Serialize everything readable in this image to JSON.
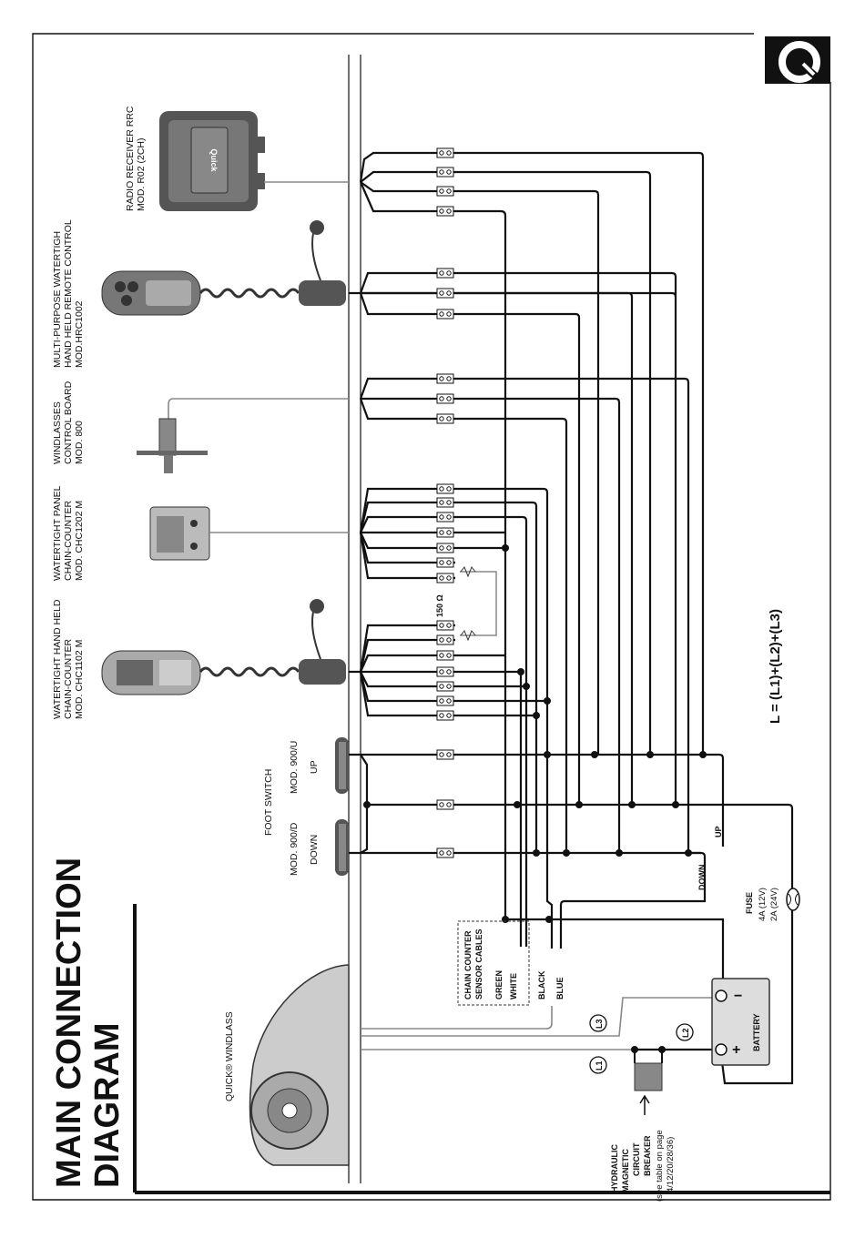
{
  "title": {
    "line1": "MAIN CONNECTION",
    "line2": "DIAGRAM"
  },
  "brand": {
    "logo_letter": "Q"
  },
  "devices": {
    "radio_receiver": {
      "line1": "RADIO RECEIVER RRC",
      "line2": "MOD. R02 (2CH)",
      "badge": "Quick"
    },
    "hand_remote": {
      "line1": "MULTI-PURPOSE WATERTIGH",
      "line2": "HAND HELD REMOTE CONTROL",
      "line3": "MOD.HRC1002"
    },
    "control_board": {
      "line1": "WINDLASSES",
      "line2": "CONTROL BOARD",
      "line3": "MOD. 800"
    },
    "panel_counter": {
      "line1": "WATERTIGHT PANEL",
      "line2": "CHAIN-COUNTER",
      "line3": "MOD. CHC1202 M"
    },
    "hand_counter": {
      "line1": "WATERTIGHT HAND HELD",
      "line2": "CHAIN-COUNTER",
      "line3": "MOD. CHC1102 M"
    },
    "foot_switch": {
      "label": "FOOT SWITCH",
      "up_model": "MOD. 900/U",
      "up": "UP",
      "down_model": "MOD. 900/D",
      "down": "DOWN"
    },
    "windlass": {
      "label": "QUICK® WINDLASS"
    }
  },
  "resistor": {
    "value": "150 Ω"
  },
  "formula": {
    "text": "L = (L1)+(L2)+(L3)"
  },
  "sensor_cables": {
    "line1": "CHAIN COUNTER",
    "line2": "SENSOR CABLES",
    "wires": [
      "GREEN",
      "WHITE",
      "BLACK",
      "BLUE"
    ]
  },
  "wire_labels": {
    "down": "DOWN",
    "up": "UP"
  },
  "fuse": {
    "title": "FUSE",
    "line1": "4A (12V)",
    "line2": "2A (24V)"
  },
  "battery": {
    "label": "BATTERY",
    "neg": "−",
    "pos": "+"
  },
  "lengths": {
    "l1": "L1",
    "l2": "L2",
    "l3": "L3"
  },
  "breaker": {
    "line1": "HYDRAULIC",
    "line2": "MAGNETIC",
    "line3": "CIRCUIT",
    "line4": "BREAKER",
    "note1": "(see table on page",
    "note2": "4/12/20/28/36)"
  },
  "colors": {
    "wire": "#111111",
    "cable": "#888888",
    "device": "#5a5a5a",
    "frame": "#111111"
  }
}
